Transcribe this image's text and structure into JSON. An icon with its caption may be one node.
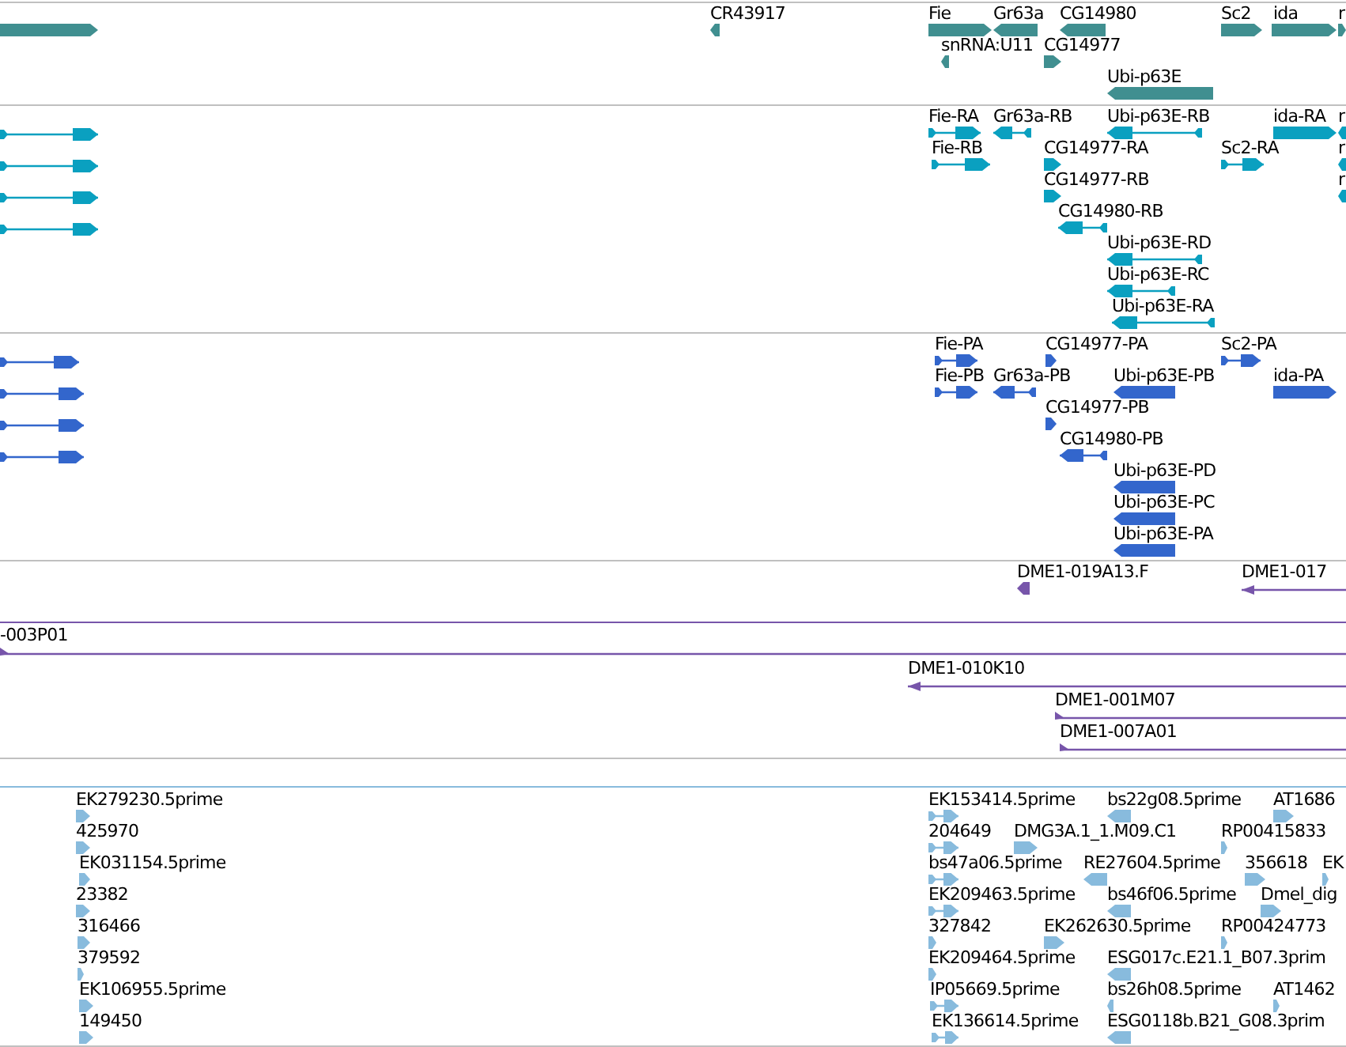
{
  "diagram": {
    "labels": [
      "CR43917",
      "Fie",
      "Gr63a",
      "CG14980",
      "Sc2",
      "ida",
      "r",
      "snRNA:U11",
      "CG14977",
      "Ubi-p63E",
      "Fie-RA",
      "Gr63a-RB",
      "Ubi-p63E-RB",
      "ida-RA",
      "r",
      "Fie-RB",
      "CG14977-RA",
      "Sc2-RA",
      "r",
      "CG14977-RB",
      "r",
      "CG14980-RB",
      "Ubi-p63E-RD",
      "Ubi-p63E-RC",
      "Ubi-p63E-RA",
      "Fie-PA",
      "CG14977-PA",
      "Sc2-PA",
      "Fie-PB",
      "Gr63a-PB",
      "Ubi-p63E-PB",
      "ida-PA",
      "CG14977-PB",
      "CG14980-PB",
      "Ubi-p63E-PD",
      "Ubi-p63E-PC",
      "Ubi-p63E-PA",
      "DME1-019A13.F",
      "DME1-017",
      "-003P01",
      "DME1-010K10",
      "DME1-001M07",
      "DME1-007A01",
      "EK279230.5prime",
      "EK153414.5prime",
      "bs22g08.5prime",
      "AT1686",
      "425970",
      "204649",
      "DMG3A.1_1.M09.C1",
      "RP00415833",
      "EK031154.5prime",
      "bs47a06.5prime",
      "RE27604.5prime",
      "356618",
      "EK",
      "23382",
      "EK209463.5prime",
      "bs46f06.5prime",
      "Dmel_dig",
      "316466",
      "327842",
      "EK262630.5prime",
      "RP00424773",
      "379592",
      "EK209464.5prime",
      "ESG017c.E21.1_B07.3prim",
      "EK106955.5prime",
      "IP05669.5prime",
      "bs26h08.5prime",
      "AT1462",
      "149450",
      "EK136614.5prime",
      "ESG0118b.B21_G08.3prim"
    ]
  }
}
